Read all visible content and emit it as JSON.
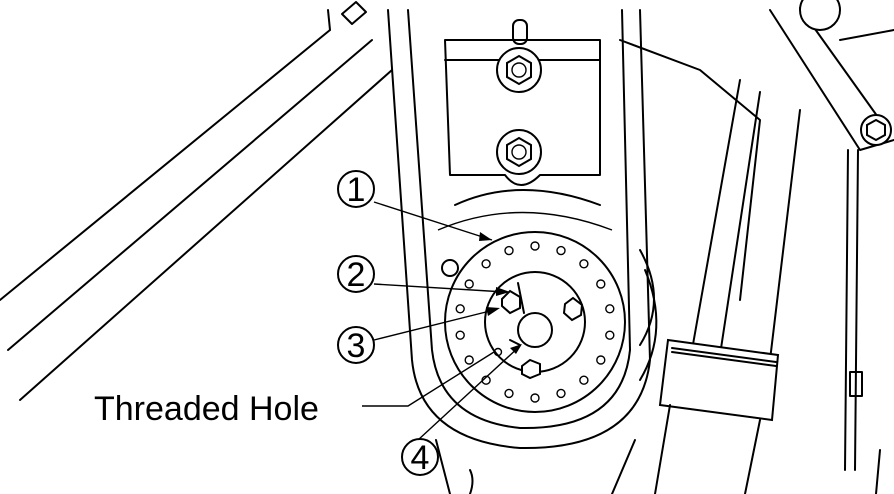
{
  "callouts": [
    {
      "id": "1",
      "label": "1"
    },
    {
      "id": "2",
      "label": "2"
    },
    {
      "id": "3",
      "label": "3"
    },
    {
      "id": "4",
      "label": "4"
    }
  ],
  "annotation": {
    "threaded_hole": "Threaded Hole"
  }
}
